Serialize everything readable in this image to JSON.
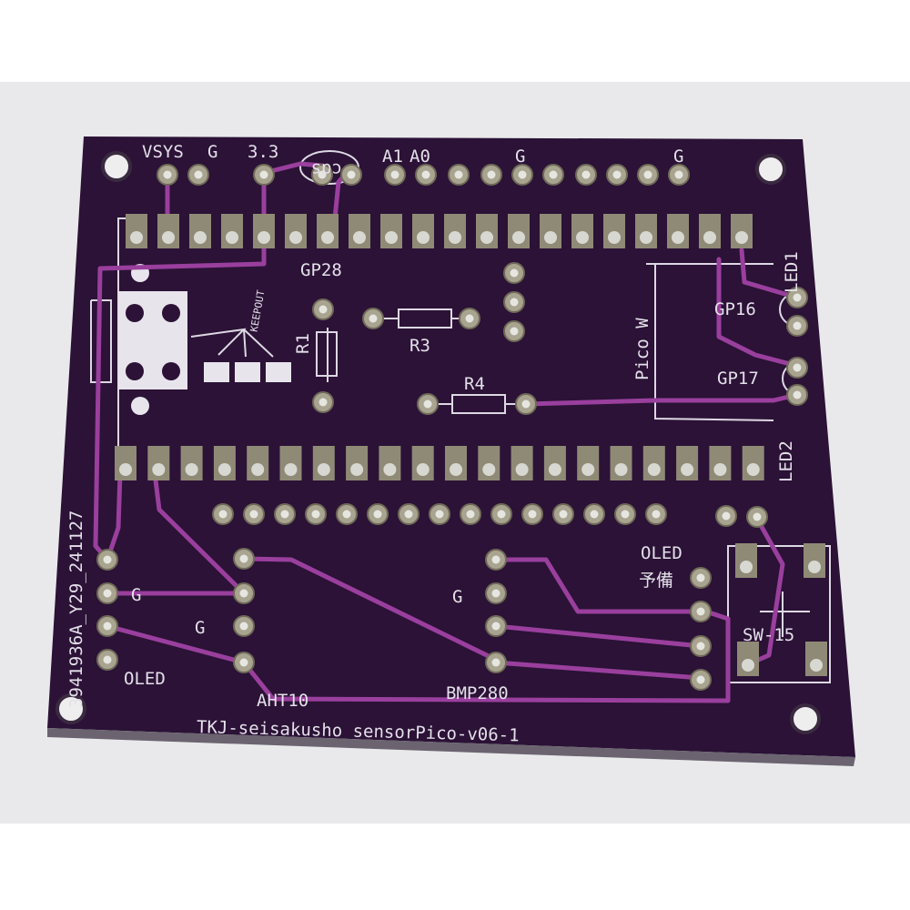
{
  "pcb": {
    "colors": {
      "board": "#2b1236",
      "trace": "#9a3f9e",
      "silk": "#e4e0ea",
      "pad": "#a8a490",
      "background": "#e9e9eb"
    },
    "labels": {
      "vsys": "VSYS",
      "g_top1": "G",
      "v33": "3.3",
      "cds": "cds",
      "a1": "A1",
      "a0": "A0",
      "g_top2": "G",
      "g_top3": "G",
      "gp28": "GP28",
      "keepout": "KEEPOUT",
      "r1": "R1",
      "r3": "R3",
      "r4": "R4",
      "pico_w": "Pico W",
      "led1": "LED1",
      "led2": "LED2",
      "gp16": "GP16",
      "gp17": "GP17",
      "order_id": "3941936A_Y29_241127",
      "g_oled": "G",
      "oled_left": "OLED",
      "g_aht": "G",
      "aht10": "AHT10",
      "g_bmp": "G",
      "bmp280": "BMP280",
      "oled_right": "OLED",
      "spare": "予備",
      "sw": "SW-15",
      "footer": "TKJ-seisakusho sensorPico-v06-1"
    }
  }
}
